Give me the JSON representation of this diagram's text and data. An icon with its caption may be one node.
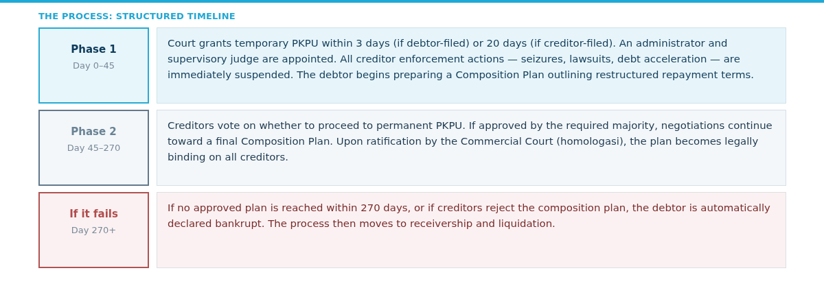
{
  "diagram": {
    "title": "THE PROCESS: STRUCTURED TIMELINE",
    "nodes": [
      {
        "text": [
          "Phase 1",
          "Day 0–45"
        ]
      },
      {
        "text": [
          "Court grants temporary PKPU within 3 days (if debtor-filed) or 20 days (if creditor-filed). An administrator and supervisory judge are appointed. All creditor enforcement actions — seizures, lawsuits, debt acceleration — are immediately suspended. The debtor begins preparing a Composition Plan outlining restructured repayment terms."
        ]
      },
      {
        "text": [
          "Phase 2",
          "Day 45–270"
        ]
      },
      {
        "text": [
          "Creditors vote on whether to proceed to permanent PKPU. If approved by the required majority, negotiations continue toward a final Composition Plan. Upon ratification by the Commercial Court (homologasi), the plan becomes legally binding on all creditors."
        ]
      },
      {
        "text": [
          "If it fails",
          "Day 270+"
        ]
      },
      {
        "text": [
          "If no approved plan is reached within 270 days, or if creditors reject the composition plan, the debtor is automatically declared bankrupt. The process then moves to receivership and liquidation."
        ]
      }
    ],
    "edges": []
  }
}
